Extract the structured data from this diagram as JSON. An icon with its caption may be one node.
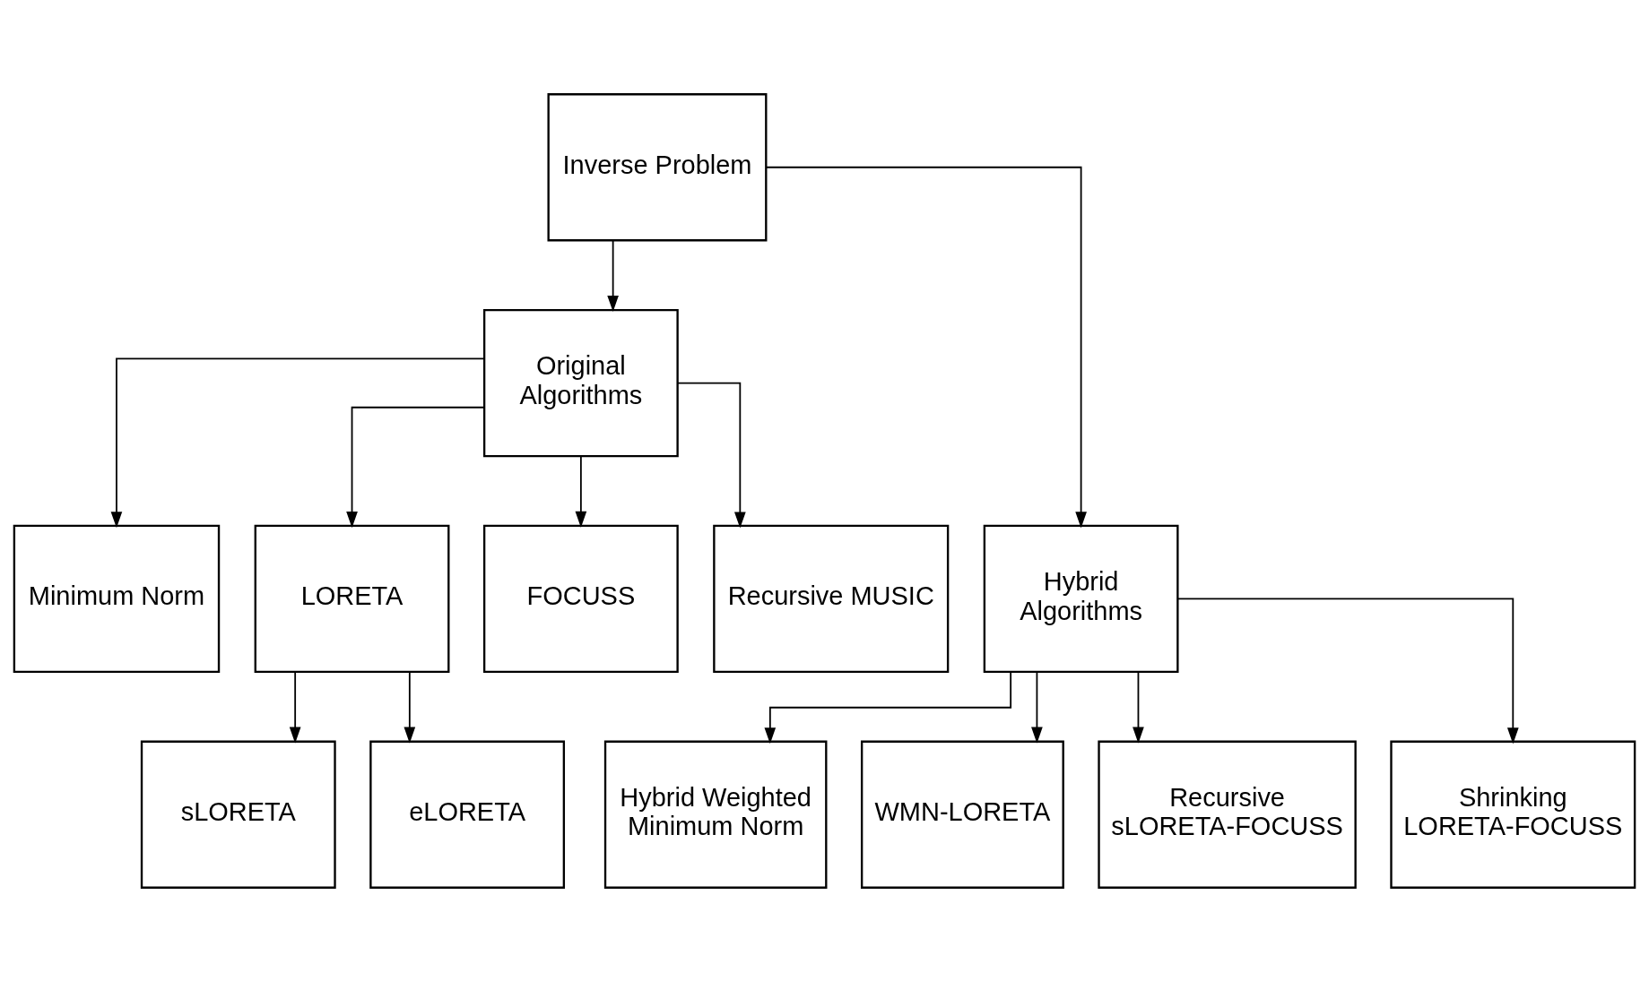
{
  "diagram": {
    "nodes": [
      {
        "text": [
          "Inverse Problem"
        ]
      },
      {
        "text": [
          "Original Algorithms"
        ]
      },
      {
        "text": [
          "Hybrid Algorithms"
        ]
      },
      {
        "text": [
          "Minimum Norm"
        ]
      },
      {
        "text": [
          "LORETA"
        ]
      },
      {
        "text": [
          "FOCUSS"
        ]
      },
      {
        "text": [
          "Recursive MUSIC"
        ]
      },
      {
        "text": [
          "sLORETA"
        ]
      },
      {
        "text": [
          "eLORETA"
        ]
      },
      {
        "text": [
          "Hybrid Weighted Minimum Norm"
        ]
      },
      {
        "text": [
          "WMN-LORETA"
        ]
      },
      {
        "text": [
          "Recursive sLORETA-FOCUSS"
        ]
      },
      {
        "text": [
          "Shrinking LORETA-FOCUSS"
        ]
      }
    ],
    "edges": [
      {
        "from": 0,
        "to": 1,
        "arrow": "to"
      },
      {
        "from": 0,
        "to": 2,
        "arrow": "to"
      },
      {
        "from": 1,
        "to": 3,
        "arrow": "to"
      },
      {
        "from": 1,
        "to": 4,
        "arrow": "to"
      },
      {
        "from": 1,
        "to": 5,
        "arrow": "to"
      },
      {
        "from": 1,
        "to": 6,
        "arrow": "to"
      },
      {
        "from": 4,
        "to": 7,
        "arrow": "to"
      },
      {
        "from": 4,
        "to": 8,
        "arrow": "to"
      },
      {
        "from": 2,
        "to": 9,
        "arrow": "to"
      },
      {
        "from": 2,
        "to": 10,
        "arrow": "to"
      },
      {
        "from": 2,
        "to": 11,
        "arrow": "to"
      },
      {
        "from": 2,
        "to": 12,
        "arrow": "to"
      }
    ]
  }
}
